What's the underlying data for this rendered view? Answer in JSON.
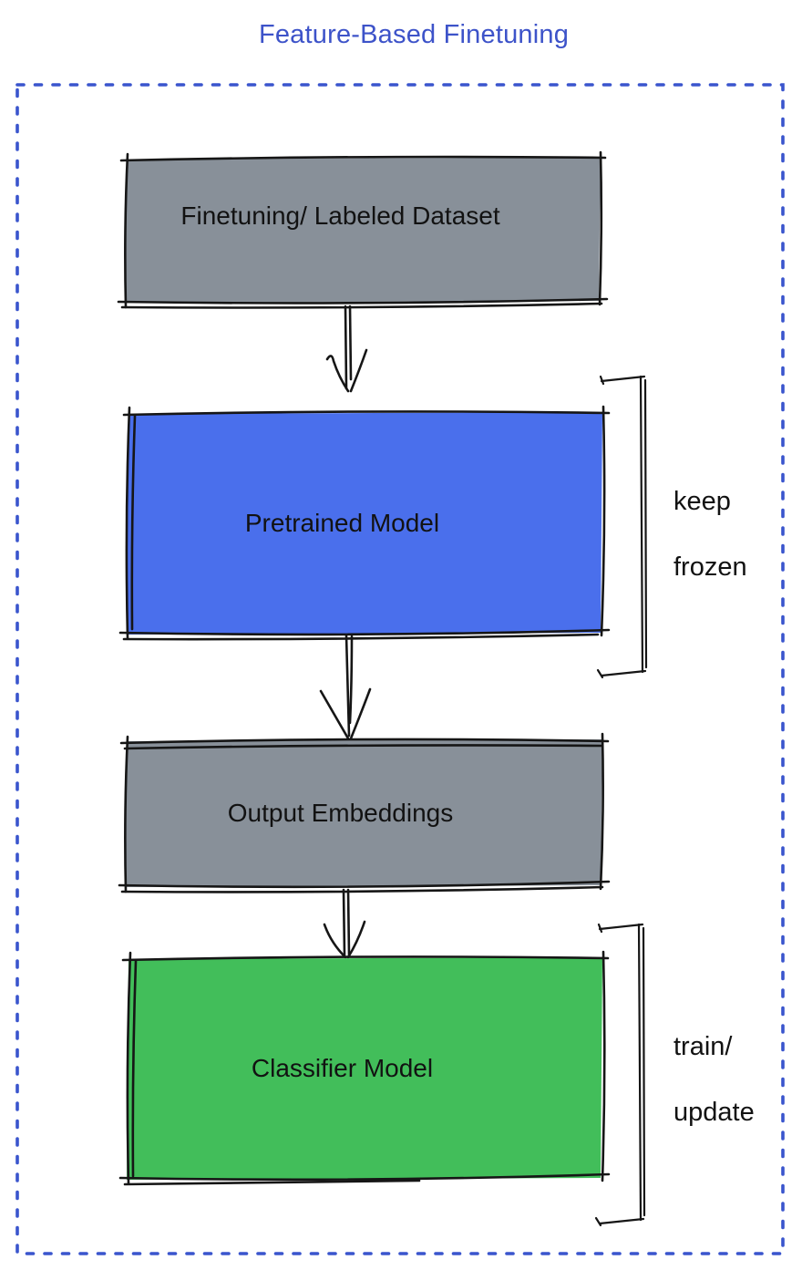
{
  "title": "Feature-Based Finetuning",
  "colors": {
    "title_text": "#3d53c9",
    "frame_border": "#3a55cd",
    "sketch_stroke": "#161616",
    "box_gray": "#889099",
    "box_blue": "#4a6fec",
    "box_green": "#42be5a"
  },
  "boxes": [
    {
      "label": "Finetuning/ Labeled Dataset",
      "fill": "#889099"
    },
    {
      "label": "Pretrained Model",
      "fill": "#4a6fec"
    },
    {
      "label": "Output Embeddings",
      "fill": "#889099"
    },
    {
      "label": "Classifier Model",
      "fill": "#42be5a"
    }
  ],
  "annotations": [
    {
      "lines": [
        "keep",
        "frozen"
      ]
    },
    {
      "lines": [
        "train/",
        "update"
      ]
    }
  ]
}
